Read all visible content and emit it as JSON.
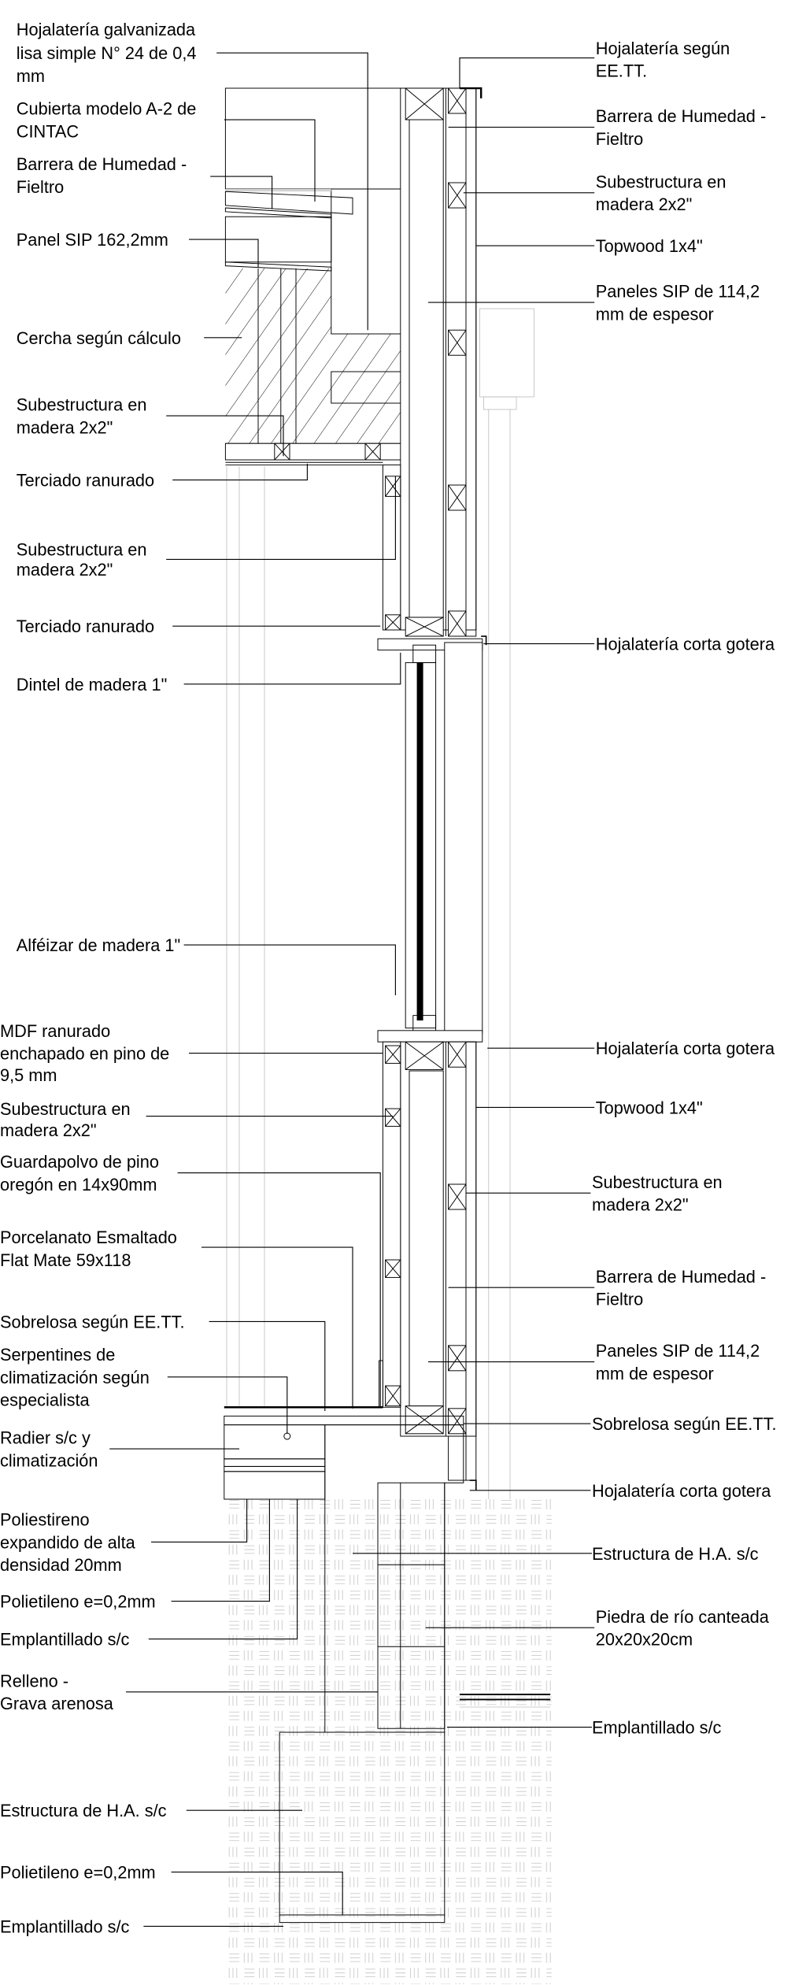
{
  "labels": {
    "left": [
      {
        "lines": [
          "Hojalatería galvanizada",
          "lisa simple N° 24 de 0,4",
          "mm"
        ]
      },
      {
        "lines": [
          "Cubierta modelo A-2 de",
          "CINTAC"
        ]
      },
      {
        "lines": [
          "Barrera de Humedad -",
          "Fieltro"
        ]
      },
      {
        "lines": [
          "Panel SIP 162,2mm"
        ]
      },
      {
        "lines": [
          "Cercha según cálculo"
        ]
      },
      {
        "lines": [
          "Subestructura en",
          "madera 2x2\""
        ]
      },
      {
        "lines": [
          "Terciado ranurado"
        ]
      },
      {
        "lines": [
          "Subestructura en",
          "madera 2x2\""
        ]
      },
      {
        "lines": [
          "Terciado ranurado"
        ]
      },
      {
        "lines": [
          "Dintel de madera 1\""
        ]
      },
      {
        "lines": [
          "Alféizar de madera 1\""
        ]
      },
      {
        "lines": [
          "MDF ranurado",
          "enchapado en pino de",
          "9,5 mm"
        ]
      },
      {
        "lines": [
          "Subestructura en",
          "madera 2x2\""
        ]
      },
      {
        "lines": [
          "Guardapolvo de pino",
          "oregón en 14x90mm"
        ]
      },
      {
        "lines": [
          "Porcelanato Esmaltado",
          "Flat Mate 59x118"
        ]
      },
      {
        "lines": [
          "Sobrelosa según EE.TT."
        ]
      },
      {
        "lines": [
          "Serpentines de",
          "climatización según",
          "especialista"
        ]
      },
      {
        "lines": [
          "Radier s/c y",
          "climatización"
        ]
      },
      {
        "lines": [
          "Poliestireno",
          "expandido de alta",
          "densidad 20mm"
        ]
      },
      {
        "lines": [
          "Polietileno e=0,2mm"
        ]
      },
      {
        "lines": [
          "Emplantillado s/c"
        ]
      },
      {
        "lines": [
          "Relleno -",
          "Grava arenosa"
        ]
      },
      {
        "lines": [
          "Estructura de H.A. s/c"
        ]
      },
      {
        "lines": [
          "Polietileno e=0,2mm"
        ]
      },
      {
        "lines": [
          "Emplantillado s/c"
        ]
      }
    ],
    "right": [
      {
        "lines": [
          "Hojalatería según",
          "EE.TT."
        ]
      },
      {
        "lines": [
          "Barrera de Humedad -",
          "Fieltro"
        ]
      },
      {
        "lines": [
          "Subestructura en",
          "madera 2x2\""
        ]
      },
      {
        "lines": [
          "Topwood 1x4\""
        ]
      },
      {
        "lines": [
          "Paneles SIP de 114,2",
          "mm de espesor"
        ]
      },
      {
        "lines": [
          "Hojalatería corta gotera"
        ]
      },
      {
        "lines": [
          "Hojalatería corta gotera"
        ]
      },
      {
        "lines": [
          "Topwood 1x4\""
        ]
      },
      {
        "lines": [
          "Subestructura en",
          "madera 2x2\""
        ]
      },
      {
        "lines": [
          "Barrera de Humedad -",
          "Fieltro"
        ]
      },
      {
        "lines": [
          "Paneles SIP de 114,2",
          "mm de espesor"
        ]
      },
      {
        "lines": [
          "Sobrelosa según EE.TT."
        ]
      },
      {
        "lines": [
          "Hojalatería corta gotera"
        ]
      },
      {
        "lines": [
          "Estructura de H.A. s/c"
        ]
      },
      {
        "lines": [
          "Piedra de río canteada",
          "20x20x20cm"
        ]
      },
      {
        "lines": [
          "Emplantillado s/c"
        ]
      }
    ]
  },
  "colors": {
    "roof_gray": "#d3d3d3",
    "slab_gray": "#c8c8c8",
    "stone_gray": "#e6e6e6",
    "line": "#000000"
  }
}
